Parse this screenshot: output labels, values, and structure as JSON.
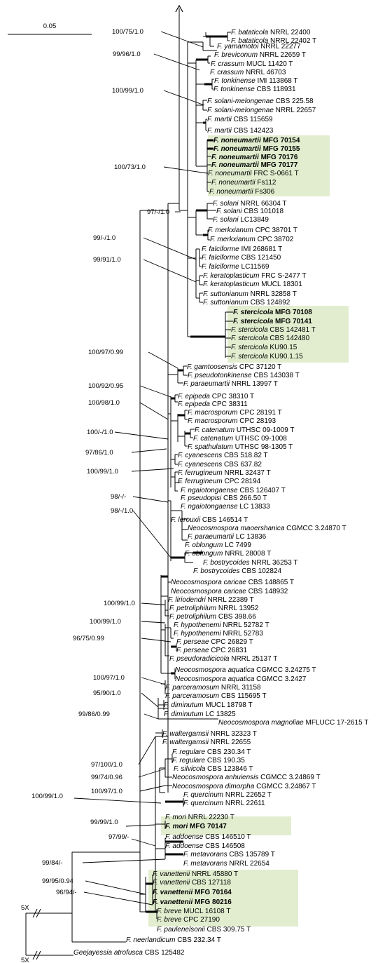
{
  "scale_bar": {
    "label": "0.05"
  },
  "break_label_1": "5X",
  "break_label_2": "5X",
  "highlight_color": "#e2edcf",
  "taxa": [
    {
      "g": "F.",
      "s": "batatICola",
      "id": "NRRL 22400",
      "bold": false
    },
    {
      "g": "F.",
      "s": "batatICola",
      "id": "NRRL 22402 T",
      "bold": false
    },
    {
      "g": "F.",
      "s": "yamamotoi",
      "id": "NRRL 22277",
      "bold": false
    },
    {
      "g": "F.",
      "s": "breviconum",
      "id": "NRRL 22659 T",
      "bold": false
    },
    {
      "g": "F.",
      "s": "crassum",
      "id": "MUCL 11420 T",
      "bold": false
    },
    {
      "g": "F.",
      "s": "crassum",
      "id": "NRRL 46703",
      "bold": false
    },
    {
      "g": "F.",
      "s": "tonkinense",
      "id": "IMI 113868 T",
      "bold": false
    },
    {
      "g": "F.",
      "s": "tonkinense",
      "id": "CBS 118931",
      "bold": false
    },
    {
      "g": "F.",
      "s": "solani-melongenae",
      "id": "CBS 225.58",
      "bold": false
    },
    {
      "g": "F.",
      "s": "solani-melongenae",
      "id": "NRRL 22657",
      "bold": false
    },
    {
      "g": "F.",
      "s": "martii",
      "id": "CBS 115659",
      "bold": false
    },
    {
      "g": "F.",
      "s": "martii",
      "id": "CBS 142423",
      "bold": false
    },
    {
      "g": "F.",
      "s": "noneumartii",
      "id": "MFG 70154",
      "bold": true
    },
    {
      "g": "F.",
      "s": "noneumartii",
      "id": "MFG 70155",
      "bold": true
    },
    {
      "g": "F.",
      "s": "noneumartii",
      "id": "MFG 70176",
      "bold": true
    },
    {
      "g": "F.",
      "s": "noneumartii",
      "id": "MFG 70177",
      "bold": true
    },
    {
      "g": "F.",
      "s": "noneumartii",
      "id": "FRC S-0661 T",
      "bold": false
    },
    {
      "g": "F.",
      "s": "noneumartii",
      "id": "Fs112",
      "bold": false
    },
    {
      "g": "F.",
      "s": "noneumartii",
      "id": "Fs306",
      "bold": false
    },
    {
      "g": "F.",
      "s": "solani",
      "id": "NRRL 66304 T",
      "bold": false
    },
    {
      "g": "F.",
      "s": "solani",
      "id": "CBS 101018",
      "bold": false
    },
    {
      "g": "F.",
      "s": "solani",
      "id": "LC13849",
      "bold": false
    },
    {
      "g": "F.",
      "s": "merkxianum",
      "id": "CPC 38701 T",
      "bold": false
    },
    {
      "g": "F.",
      "s": "merkxianum",
      "id": "CPC 38702",
      "bold": false
    },
    {
      "g": "F.",
      "s": "falciforme",
      "id": "IMI 268681 T",
      "bold": false
    },
    {
      "g": "F.",
      "s": "falciforme",
      "id": "CBS 121450",
      "bold": false
    },
    {
      "g": "F.",
      "s": "falciforme",
      "id": "LC11569",
      "bold": false
    },
    {
      "g": "F.",
      "s": "keratoplasticum",
      "id": "FRC S-2477 T",
      "bold": false
    },
    {
      "g": "F.",
      "s": "keratoplasticum",
      "id": "MUCL 18301",
      "bold": false
    },
    {
      "g": "F.",
      "s": "suttonianum",
      "id": "NRRL 32858 T",
      "bold": false
    },
    {
      "g": "F.",
      "s": "suttonianum",
      "id": "CBS 124892",
      "bold": false
    },
    {
      "g": "F.",
      "s": "stercicola",
      "id": "MFG 70108",
      "bold": true
    },
    {
      "g": "F.",
      "s": "stercicola",
      "id": "MFG 70141",
      "bold": true
    },
    {
      "g": "F.",
      "s": "stercicola",
      "id": "CBS 142481 T",
      "bold": false
    },
    {
      "g": "F.",
      "s": "stercicola",
      "id": "CBS 142480",
      "bold": false
    },
    {
      "g": "F.",
      "s": "stercicola",
      "id": "KU90.15",
      "bold": false
    },
    {
      "g": "F.",
      "s": "stercicola",
      "id": "KU90.1.15",
      "bold": false
    },
    {
      "g": "F.",
      "s": "gamtoosensis",
      "id": "CPC 37120 T",
      "bold": false
    },
    {
      "g": "F.",
      "s": "pseudotonkinense",
      "id": "CBS 143038 T",
      "bold": false
    },
    {
      "g": "F.",
      "s": "paraeumartii",
      "id": "NRRL 13997 T",
      "bold": false
    },
    {
      "g": "F.",
      "s": "epipeda",
      "id": "CPC 38310 T",
      "bold": false
    },
    {
      "g": "F.",
      "s": "epipeda",
      "id": "CPC 38311",
      "bold": false
    },
    {
      "g": "F.",
      "s": "macrosporum",
      "id": "CPC 28191 T",
      "bold": false
    },
    {
      "g": "F.",
      "s": "macrosporum",
      "id": "CPC 28193",
      "bold": false
    },
    {
      "g": "F.",
      "s": "catenatum",
      "id": "UTHSC 09-1009 T",
      "bold": false
    },
    {
      "g": "F.",
      "s": "catenatum",
      "id": "UTHSC 09-1008",
      "bold": false
    },
    {
      "g": "F.",
      "s": "spathulatum",
      "id": "UTHSC 98-1305 T",
      "bold": false
    },
    {
      "g": "F.",
      "s": "cyanescens",
      "id": "CBS 518.82 T",
      "bold": false
    },
    {
      "g": "F.",
      "s": "cyanescens",
      "id": "CBS 637.82",
      "bold": false
    },
    {
      "g": "F.",
      "s": "ferrugineum",
      "id": "NRRL 32437 T",
      "bold": false
    },
    {
      "g": "F.",
      "s": "ferrugineum",
      "id": "CPC 28194",
      "bold": false
    },
    {
      "g": "F.",
      "s": "ngaiotongaense",
      "id": "CBS 126407 T",
      "bold": false
    },
    {
      "g": "F.",
      "s": "pseudopisi",
      "id": "CBS 266.50 T",
      "bold": false
    },
    {
      "g": "F.",
      "s": "ngaiotongaense",
      "id": "LC 13833",
      "bold": false
    },
    {
      "g": "F.",
      "s": "lerouxii",
      "id": "CBS 146514 T",
      "bold": false
    },
    {
      "g": "Neocosmospora",
      "s": "maoershanica",
      "id": "CGMCC 3.24870 T",
      "bold": false
    },
    {
      "g": "F.",
      "s": "paraeumartii",
      "id": "LC 13836",
      "bold": false
    },
    {
      "g": "F.",
      "s": "oblongum",
      "id": "LC 7499",
      "bold": false
    },
    {
      "g": "F.",
      "s": "oblongum",
      "id": "NRRL 28008 T",
      "bold": false
    },
    {
      "g": "F.",
      "s": "bostrycoides",
      "id": "NRRL 36253 T",
      "bold": false
    },
    {
      "g": "F.",
      "s": "bostrycoides",
      "id": "CBS 102824",
      "bold": false
    },
    {
      "g": "Neocosmospora",
      "s": "caricae",
      "id": "CBS 148865 T",
      "bold": false
    },
    {
      "g": "Neocosmospora",
      "s": "caricae",
      "id": "CBS 148932",
      "bold": false
    },
    {
      "g": "F.",
      "s": "liriodendri",
      "id": "NRRL 22389 T",
      "bold": false
    },
    {
      "g": "F.",
      "s": "petroliphilum",
      "id": "NRRL 13952",
      "bold": false
    },
    {
      "g": "F.",
      "s": "petroliphilum",
      "id": "CBS 398.66",
      "bold": false
    },
    {
      "g": "F.",
      "s": "hypothenemi",
      "id": "NRRL 52782 T",
      "bold": false
    },
    {
      "g": "F.",
      "s": "hypothenemi",
      "id": "NRRL 52783",
      "bold": false
    },
    {
      "g": "F.",
      "s": "perseae",
      "id": "CPC 26829 T",
      "bold": false
    },
    {
      "g": "F.",
      "s": "perseae",
      "id": "CPC 26831",
      "bold": false
    },
    {
      "g": "F.",
      "s": "pseudoradicicola",
      "id": "NRRL 25137 T",
      "bold": false
    },
    {
      "g": "Neocosmospora",
      "s": "aquatica",
      "id": "CGMCC 3.24275 T",
      "bold": false
    },
    {
      "g": "Neocosmospora",
      "s": "aquatica",
      "id": "CGMCC 3.2427",
      "bold": false
    },
    {
      "g": "F.",
      "s": "parceramosum",
      "id": "NRRL 31158",
      "bold": false
    },
    {
      "g": "F.",
      "s": "parceramosum",
      "id": "CBS 115695 T",
      "bold": false
    },
    {
      "g": "F.",
      "s": "diminutum",
      "id": "MUCL 18798 T",
      "bold": false
    },
    {
      "g": "F.",
      "s": "diminutum",
      "id": "LC 13825",
      "bold": false
    },
    {
      "g": "Neocosmospora",
      "s": "magnoliae",
      "id": "MFLUCC 17-2615 T",
      "bold": false
    },
    {
      "g": "F.",
      "s": "waltergamsii",
      "id": "NRRL 32323 T",
      "bold": false
    },
    {
      "g": "F.",
      "s": "waltergamsii",
      "id": "NRRL 22655",
      "bold": false
    },
    {
      "g": "F.",
      "s": "regulare",
      "id": "CBS 230.34 T",
      "bold": false
    },
    {
      "g": "F.",
      "s": "regulare",
      "id": "CBS 190.35",
      "bold": false
    },
    {
      "g": "F.",
      "s": "silvicola",
      "id": "CBS 123846 T",
      "bold": false
    },
    {
      "g": "Neocosmospora",
      "s": "anhuiensis",
      "id": "CGMCC 3.24869 T",
      "bold": false
    },
    {
      "g": "Neocosmospora",
      "s": "dimorpha",
      "id": "CGMCC 3.24867 T",
      "bold": false
    },
    {
      "g": "F.",
      "s": "quercinum",
      "id": "NRRL 22652 T",
      "bold": false
    },
    {
      "g": "F.",
      "s": "quercinum",
      "id": "NRRL 22611",
      "bold": false
    },
    {
      "g": "F.",
      "s": "mori",
      "id": "NRRL 22230 T",
      "bold": false
    },
    {
      "g": "F.",
      "s": "mori",
      "id": "MFG 70147",
      "bold": true
    },
    {
      "g": "F.",
      "s": "addoense",
      "id": "CBS 146510 T",
      "bold": false
    },
    {
      "g": "F.",
      "s": "addoense",
      "id": "CBS 146508",
      "bold": false
    },
    {
      "g": "F.",
      "s": "metavorans",
      "id": "CBS 135789 T",
      "bold": false
    },
    {
      "g": "F.",
      "s": "metavorans",
      "id": "NRRL 22654",
      "bold": false
    },
    {
      "g": "F.",
      "s": "vanettenii",
      "id": "NRRL 45880 T",
      "bold": false
    },
    {
      "g": "F.",
      "s": "vanettenii",
      "id": "CBS 127118",
      "bold": false
    },
    {
      "g": "F.",
      "s": "vanettenii",
      "id": "MFG 70164",
      "bold": true
    },
    {
      "g": "F.",
      "s": "vanettenii",
      "id": "MFG 80216",
      "bold": true
    },
    {
      "g": "F.",
      "s": "breve",
      "id": "MUCL 16108 T",
      "bold": false
    },
    {
      "g": "F.",
      "s": "breve",
      "id": "CPC 27190",
      "bold": false
    },
    {
      "g": "F.",
      "s": "paulenelsonii",
      "id": "CBS 309.75 T",
      "bold": false
    },
    {
      "g": "F.",
      "s": "neerlandicum",
      "id": "CBS 232.34 T",
      "bold": false
    },
    {
      "g": "Geejayessia",
      "s": "atrofusca",
      "id": "CBS 125482",
      "bold": false
    }
  ],
  "supports": [
    {
      "text": "100/75/1.0"
    },
    {
      "text": "99/96/1.0"
    },
    {
      "text": "100/99/1.0"
    },
    {
      "text": "100/73/1.0"
    },
    {
      "text": "97/-/1.0"
    },
    {
      "text": "99/-/1.0"
    },
    {
      "text": "99/91/1.0"
    },
    {
      "text": "100/97/0.99"
    },
    {
      "text": "100/92/0.95"
    },
    {
      "text": "100/98/1.0"
    },
    {
      "text": "100/-/1.0"
    },
    {
      "text": "97/86/1.0"
    },
    {
      "text": "100/99/1.0"
    },
    {
      "text": "98/-/-"
    },
    {
      "text": "98/-/1.0"
    },
    {
      "text": "100/99/1.0"
    },
    {
      "text": "100/99/1.0"
    },
    {
      "text": "96/75/0.99"
    },
    {
      "text": "100/97/1.0"
    },
    {
      "text": "95/90/1.0"
    },
    {
      "text": "99/86/0.99"
    },
    {
      "text": "97/100/1.0"
    },
    {
      "text": "99/74/0.96"
    },
    {
      "text": "100/97/1.0"
    },
    {
      "text": "100/99/1.0"
    },
    {
      "text": "99/99/1.0"
    },
    {
      "text": "97/99/-"
    },
    {
      "text": "99/84/-"
    },
    {
      "text": "99/95/0.94"
    },
    {
      "text": "96/94/-"
    }
  ]
}
